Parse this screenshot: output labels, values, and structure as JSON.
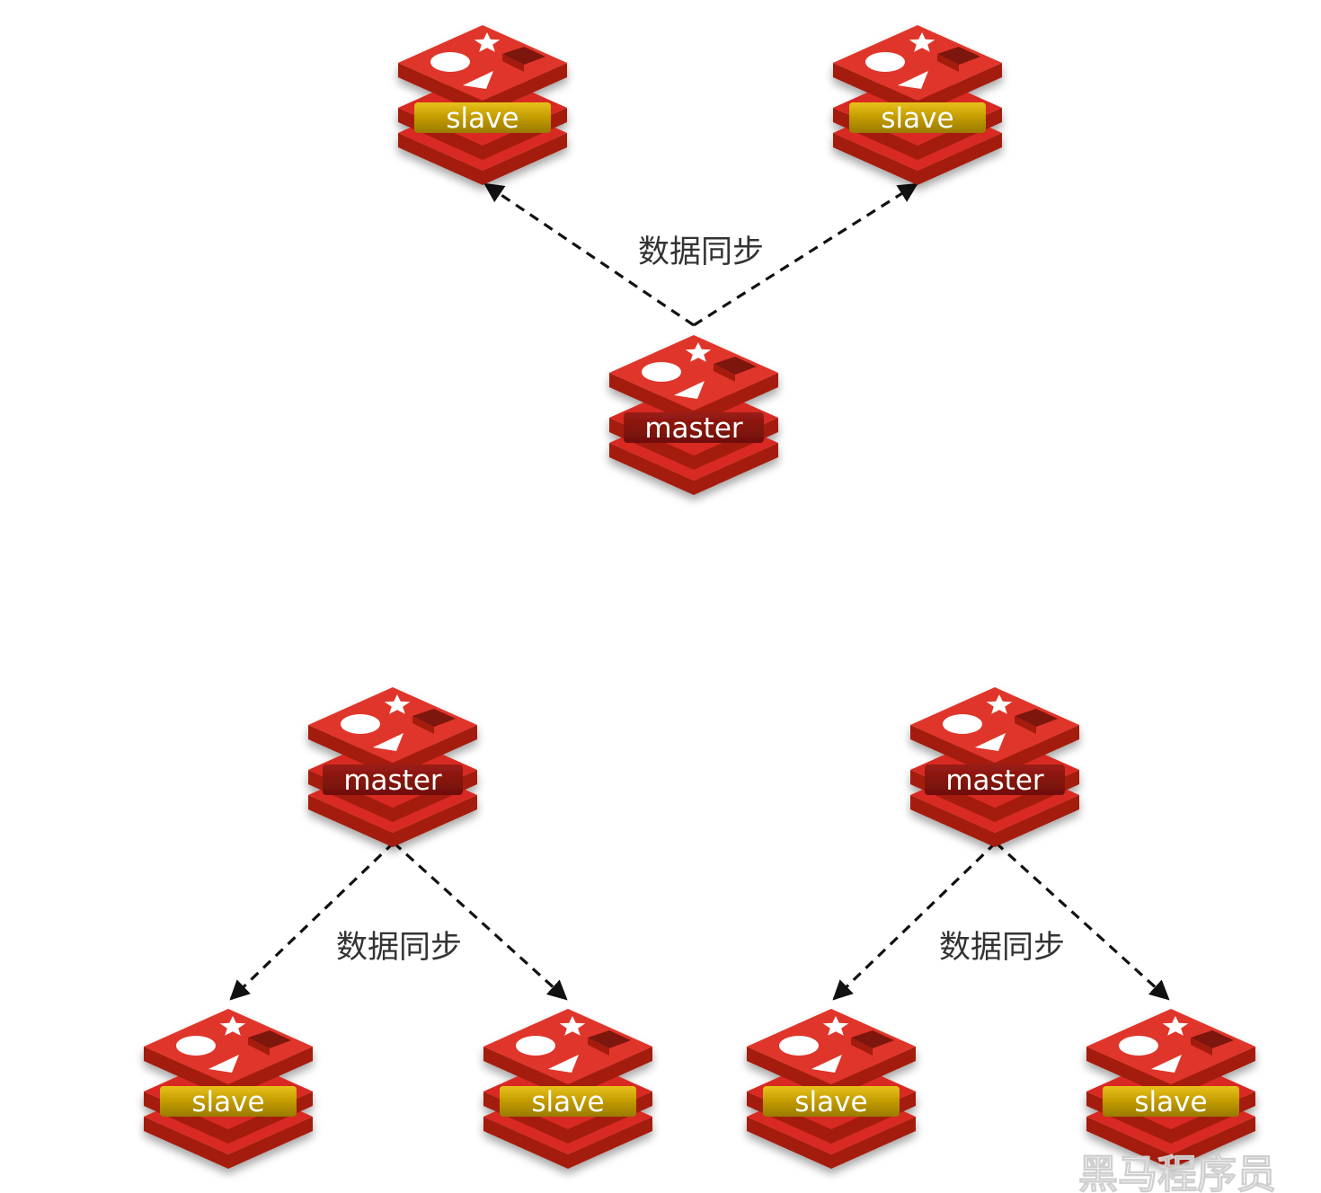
{
  "diagram": {
    "nodes": [
      {
        "id": "top-slave-left",
        "role": "slave",
        "label": "slave"
      },
      {
        "id": "top-slave-right",
        "role": "slave",
        "label": "slave"
      },
      {
        "id": "top-master",
        "role": "master",
        "label": "master"
      },
      {
        "id": "bottom-left-master",
        "role": "master",
        "label": "master"
      },
      {
        "id": "bottom-right-master",
        "role": "master",
        "label": "master"
      },
      {
        "id": "bottom-left-slave-1",
        "role": "slave",
        "label": "slave"
      },
      {
        "id": "bottom-left-slave-2",
        "role": "slave",
        "label": "slave"
      },
      {
        "id": "bottom-right-slave-1",
        "role": "slave",
        "label": "slave"
      },
      {
        "id": "bottom-right-slave-2",
        "role": "slave",
        "label": "slave"
      }
    ],
    "edges": [
      {
        "from": "top-master",
        "to": "top-slave-left",
        "style": "dashed-arrow"
      },
      {
        "from": "top-master",
        "to": "top-slave-right",
        "style": "dashed-arrow"
      },
      {
        "from": "bottom-left-master",
        "to": "bottom-left-slave-1",
        "style": "dashed-arrow"
      },
      {
        "from": "bottom-left-master",
        "to": "bottom-left-slave-2",
        "style": "dashed-arrow"
      },
      {
        "from": "bottom-right-master",
        "to": "bottom-right-slave-1",
        "style": "dashed-arrow"
      },
      {
        "from": "bottom-right-master",
        "to": "bottom-right-slave-2",
        "style": "dashed-arrow"
      }
    ],
    "edge_labels": [
      {
        "id": "sync-label-top",
        "text": "数据同步"
      },
      {
        "id": "sync-label-bottom-left",
        "text": "数据同步"
      },
      {
        "id": "sync-label-bottom-right",
        "text": "数据同步"
      }
    ],
    "watermark": "黑马程序员",
    "colors": {
      "redis_red": "#d82c20",
      "redis_red_dark": "#a41e11",
      "master_band": "#8a1510",
      "slave_band": "#c9a400",
      "edge": "#222222",
      "label_text": "#333333"
    }
  }
}
